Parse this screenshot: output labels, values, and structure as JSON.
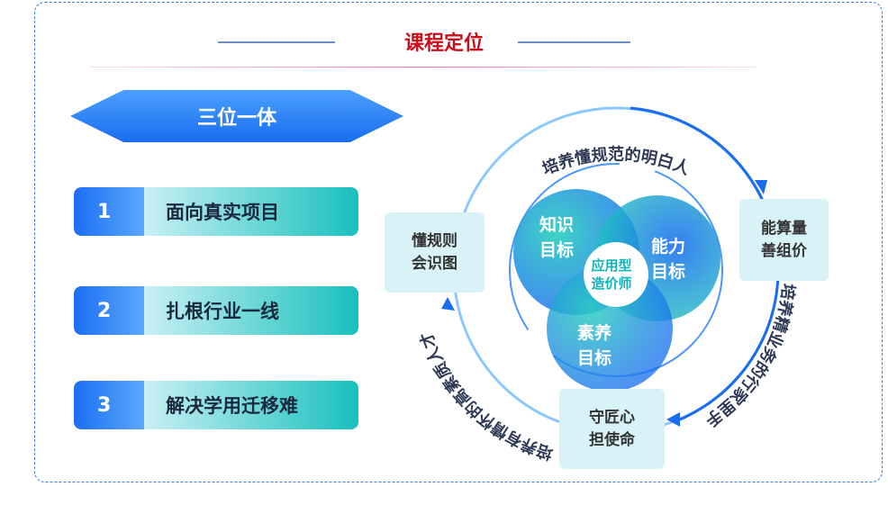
{
  "header": {
    "title": "课程定位"
  },
  "left": {
    "banner": "三位一体",
    "items": [
      {
        "num": "1",
        "label": "面向真实项目"
      },
      {
        "num": "2",
        "label": "扎根行业一线"
      },
      {
        "num": "3",
        "label": "解决学用迁移难"
      }
    ]
  },
  "diagram": {
    "arc_top": "培养懂规范的明白人",
    "arc_right": "培养精业务的行家里手",
    "arc_left": "培养有情怀的高素质人才",
    "box_left": {
      "line1": "懂规则",
      "line2": "会识图"
    },
    "box_right": {
      "line1": "能算量",
      "line2": "善组价"
    },
    "box_bottom": {
      "line1": "守匠心",
      "line2": "担使命"
    },
    "goals": {
      "knowledge": {
        "line1": "知识",
        "line2": "目标"
      },
      "ability": {
        "line1": "能力",
        "line2": "目标"
      },
      "quality": {
        "line1": "素养",
        "line2": "目标"
      }
    },
    "center": {
      "line1": "应用型",
      "line2": "造价师"
    }
  },
  "colors": {
    "accent": "#1a6df0",
    "teal": "#18c0bd",
    "title": "#c8101c"
  }
}
